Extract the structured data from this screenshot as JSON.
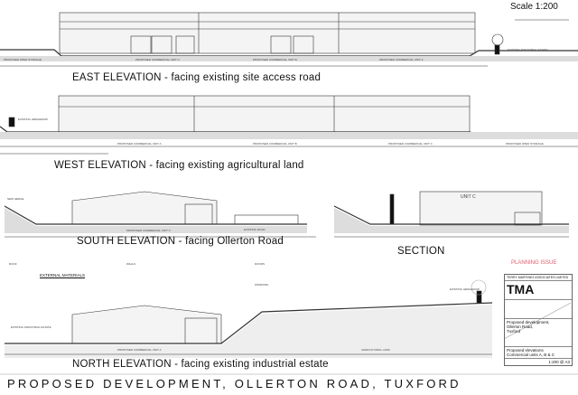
{
  "scale": "Scale  1:200",
  "elevations": {
    "east": {
      "title": "EAST  ELEVATION  -  facing existing site access road",
      "units": [
        "PROPOSED COMMERCIAL UNIT C",
        "PROPOSED COMMERCIAL UNIT B",
        "PROPOSED COMMERCIAL UNIT A"
      ],
      "left_label": "PROPOSED OPEN STORAGE",
      "right_label": "EXISTING INDUSTRIAL ESTATE"
    },
    "west": {
      "title": "WEST  ELEVATION  -  facing existing agricultural land",
      "units": [
        "PROPOSED COMMERCIAL UNIT A",
        "PROPOSED COMMERCIAL UNIT B",
        "PROPOSED COMMERCIAL UNIT C"
      ],
      "left_label": "EXISTING HEDGEROW",
      "right_label": "PROPOSED OPEN STORAGE"
    },
    "south": {
      "title": "SOUTH  ELEVATION  -  facing Ollerton Road",
      "units": [
        "PROPOSED COMMERCIAL UNIT C"
      ],
      "left_label": "NEW HEDGE",
      "right_label": "EXISTING ROAD"
    },
    "section": {
      "title": "SECTION",
      "unit": "UNIT C"
    },
    "north": {
      "title": "NORTH  ELEVATION  -  facing existing industrial estate",
      "units": [
        "PROPOSED COMMERCIAL UNIT A",
        "AGRICULTURAL LAND"
      ],
      "left_label": "EXISTING INDUSTRIAL ESTATE",
      "right_label": "EXISTING HEDGEROW"
    }
  },
  "materials": {
    "heading": "EXTERNAL  MATERIALS",
    "groups": [
      "ROOF",
      "WALLS",
      "DOORS",
      "WINDOWS"
    ]
  },
  "main_title": "PROPOSED  DEVELOPMENT,  OLLERTON  ROAD,  TUXFORD",
  "title_block": {
    "status": "PLANNING ISSUE",
    "firm": "TERRY MARTINEZ ASSOCIATES LIMITED",
    "logo": "TMA",
    "project": [
      "Proposed development,",
      "Ollerton Road,",
      "Tuxford"
    ],
    "drawing": [
      "Proposed elevations",
      "Commercial units A, B & C"
    ],
    "scale": "1:200 @ A3"
  }
}
